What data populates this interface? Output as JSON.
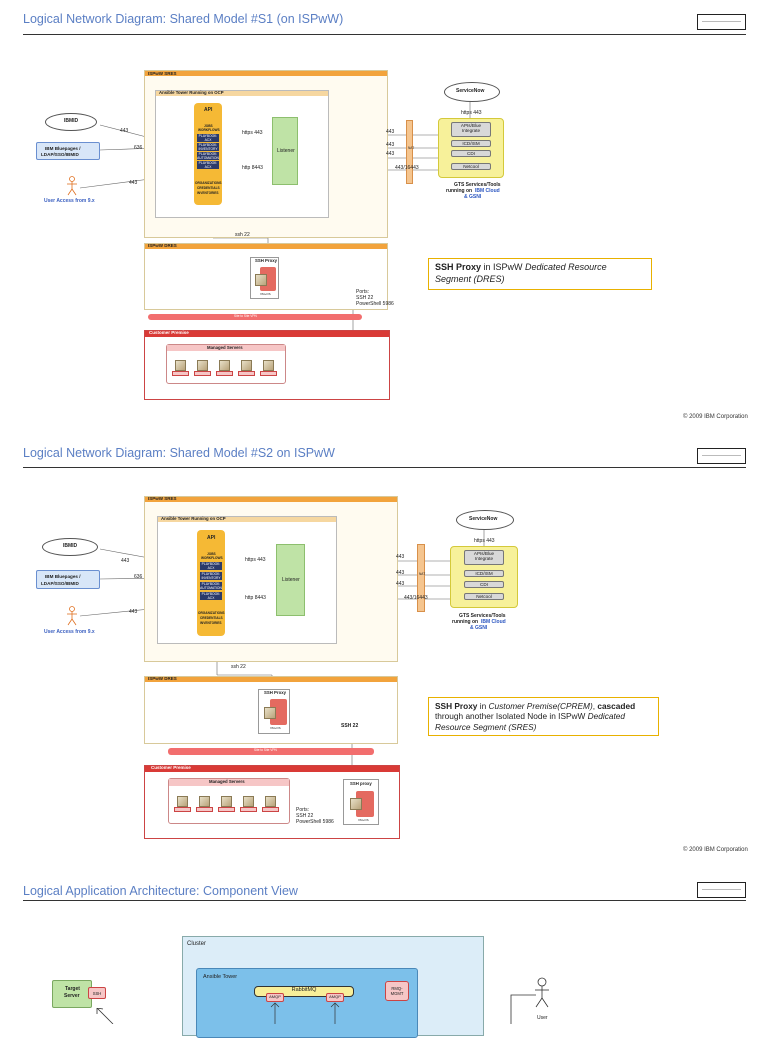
{
  "slide1": {
    "title": "Logical Network Diagram: Shared Model #S1 (on ISPwW)",
    "copyright": "© 2009 IBM Corporation",
    "sres": "ISPwW SRES",
    "tower": "Ansible Tower Running on OCP",
    "api": "API",
    "jobs": "JOBS",
    "workflows": "WORKFLOWS",
    "playbooks": [
      "PLAYBOOK: ACX",
      "PLAYBOOK: INVENTORY",
      "PLAYBOOK: AUTOMATION",
      "PLAYBOOK: ACX"
    ],
    "org": "ORGANIZATIONS",
    "creds": "CREDENTIALS",
    "inv": "INVENTORIES",
    "listener": "Listener",
    "https443": "https 443",
    "http8443": "http 8443",
    "ibmid": "IBMID",
    "bluepages_1": "IBM Bluepages /",
    "bluepages_2": "LDAP/SSO/IBMID",
    "user_access": "User Access from 9.x",
    "p443a": "443",
    "p636": "636",
    "p443b": "443",
    "servicenow": "ServiceNow",
    "snow_https": "https 443",
    "gts_items": [
      "APIs/Blue Integrate",
      "ICD/ISM",
      "CDI",
      "Netcool"
    ],
    "gts_lbl_1": "GTS Services/Tools",
    "gts_lbl_2": "running on",
    "gts_lbl_ibm": "IBM Cloud",
    "gts_lbl_3": "& GSNI",
    "fw": "NAT",
    "r443a": "443",
    "r443b": "443",
    "r443c": "443",
    "r443d": "443/16443",
    "ssh22": "ssh 22",
    "dres": "ISPwW DRES",
    "ssh_proxy": "SSH Proxy",
    "vm_tag": "VM+OS",
    "ports_1": "Ports:",
    "ports_2": "SSH 22",
    "ports_3": "PowerShell 5986",
    "vpn": "Site to Site VPN",
    "customer": "Customer Premise",
    "managed": "Managed Servers",
    "callout_strong": "SSH Proxy",
    "callout_mid": " in ISPwW ",
    "callout_em": "Dedicated Resource Segment (DRES)"
  },
  "slide2": {
    "title": "Logical Network Diagram: Shared Model #S2 on ISPwW",
    "copyright": "© 2009 IBM Corporation",
    "ssh22_label": "SSH 22",
    "ssh_proxy_lower": "SSH proxy",
    "callout_strong": "SSH Proxy",
    "callout_in": " in ",
    "callout_em1": "Customer Premise(CPREM)",
    "callout_comma": ", ",
    "callout_strong2": "cascaded",
    "callout_line2": "through another Isolated Node in ISPwW ",
    "callout_em2": "Dedicated Resource Segment (SRES)"
  },
  "slide3": {
    "title": "Logical Application Architecture: Component View",
    "cluster": "Cluster",
    "tower": "Ansible Tower",
    "rabbit": "RabbitMQ",
    "amqp": "AMQP",
    "rmq_mgmt": "RMQ-MGMT",
    "target_1": "Target",
    "target_2": "Server",
    "ssh": "SSH",
    "user": "User"
  }
}
